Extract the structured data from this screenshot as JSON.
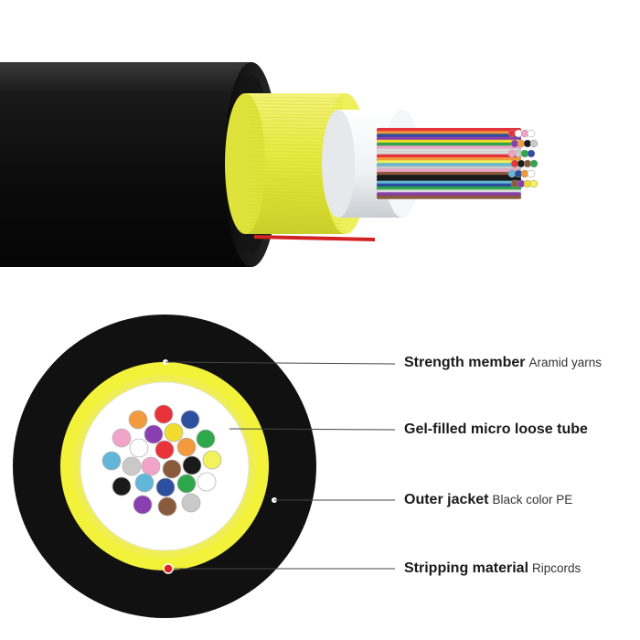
{
  "labels": [
    {
      "title": "Strength member",
      "desc": "Aramid yarns"
    },
    {
      "title": "Gel-filled micro loose tube",
      "desc": ""
    },
    {
      "title": "Outer jacket",
      "desc": "Black color PE"
    },
    {
      "title": "Stripping material",
      "desc": "Ripcords"
    }
  ],
  "colors": {
    "jacket": "#111111",
    "aramid": "#f2f23a",
    "tube": "#ffffff",
    "ripcord": "#e02020",
    "fibers": [
      "#e8333a",
      "#f29a3c",
      "#2d4fa0",
      "#8a3fb0",
      "#f2dc2d",
      "#2ea84a",
      "#f2a3c8",
      "#ffffff",
      "#ffffff",
      "#e8333a",
      "#f29a3c",
      "#f2f25a",
      "#62b6d8",
      "#c9c9c9",
      "#f2a3c8",
      "#8a5a3c",
      "#1a1a1a",
      "#1a1a1a",
      "#62b6d8",
      "#2d4fa0",
      "#2ea84a",
      "#ffffff",
      "#8a3fb0",
      "#8a5a3c",
      "#c9c9c9"
    ]
  }
}
